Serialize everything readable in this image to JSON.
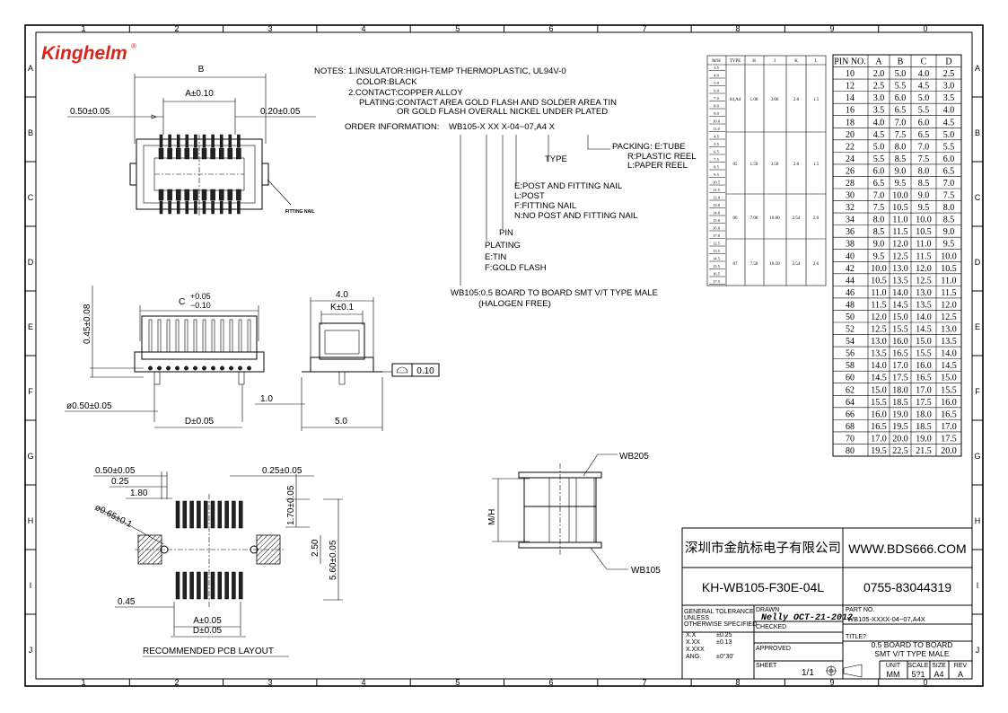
{
  "logo": {
    "text": "Kinghelm",
    "reg": "®"
  },
  "grid": {
    "cols": [
      "1",
      "2",
      "3",
      "4",
      "5",
      "6",
      "7",
      "8",
      "9",
      "0"
    ],
    "rows": [
      "A",
      "B",
      "C",
      "D",
      "E",
      "F",
      "G",
      "H",
      "I",
      "J"
    ]
  },
  "notes": {
    "header": "NOTES: 1.INSULATOR:HIGH-TEMP THERMOPLASTIC, UL94V-0",
    "color": "COLOR:BLACK",
    "contact": "2.CONTACT:COPPER ALLOY",
    "plating1": "PLATING:CONTACT AREA GOLD FLASH AND SOLDER AREA TIN",
    "plating2": "OR GOLD FLASH OVERALL NICKEL UNDER PLATED",
    "order_label": "ORDER INFORMATION:",
    "order_code": "WB105-X XX X-04~07,A4 X",
    "packing": "PACKING: E:TUBE",
    "packing_r": "R:PLASTIC REEL",
    "packing_l": "L:PAPER REEL",
    "type": "TYPE",
    "post_e": "E:POST AND FITTING NAIL",
    "post_l": "L:POST",
    "post_f": "F:FITTING NAIL",
    "post_n": "N:NO POST AND FITTING NAIL",
    "pin": "PIN",
    "plating_title": "PLATING",
    "plating_e": "E:TIN",
    "plating_f": "F:GOLD FLASH",
    "desc1": "WB105:0.5 BOARD TO BOARD SMT V/T TYPE MALE",
    "desc2": "(HALOGEN FREE)"
  },
  "dims": {
    "top_B": "B",
    "top_A": "A±0.10",
    "top_left": "0.50±0.05",
    "top_right": "0.20±0.05",
    "fitting_nail": "FITTING NAIL",
    "front_h": "0.45±0.08",
    "front_C": "C",
    "front_C_tol_up": "+0.05",
    "front_C_tol_dn": "−0.10",
    "front_D": "D±0.05",
    "front_dia": "ø0.50±0.05",
    "side_w": "4.0",
    "side_K": "K±0.1",
    "side_flat": "0.10",
    "side_1": "1.0",
    "side_5": "5.0",
    "pcb_050": "0.50±0.05",
    "pcb_025": "0.25",
    "pcb_180": "1.80",
    "pcb_dia": "ø0.65±0.1",
    "pcb_025r": "0.25±0.05",
    "pcb_170": "1.70±0.05",
    "pcb_250": "2.50",
    "pcb_560": "5.60±0.05",
    "pcb_045": "0.45",
    "pcb_A": "A±0.05",
    "pcb_D": "D±0.05",
    "pcb_title": "RECOMMENDED PCB LAYOUT",
    "mate_top": "WB205",
    "mate_bot": "WB105",
    "mate_mh": "M/H"
  },
  "mh_table": {
    "headers": [
      "M/H",
      "TYPE",
      "H",
      "J",
      "K",
      "L"
    ],
    "mh_values": [
      "3.5",
      "4.0",
      "5.0",
      "6.0",
      "7.0",
      "8.0",
      "9.0",
      "10.0",
      "11.0",
      "4.5",
      "5.5",
      "6.5",
      "7.5",
      "8.5",
      "9.5",
      "10.5",
      "11.5",
      "12.0",
      "13.0",
      "14.0",
      "15.0",
      "16.0",
      "17.0",
      "12.5",
      "13.5",
      "14.5",
      "15.5",
      "16.5",
      "17.5"
    ],
    "groups": [
      {
        "type": "04,A4",
        "H": "1.00",
        "J": "3.00",
        "K": "2.6",
        "L": "1.5"
      },
      {
        "type": "05",
        "H": "1.50",
        "J": "3.50",
        "K": "2.6",
        "L": "1.5"
      },
      {
        "type": "06",
        "H": "7.00",
        "J": "10.00",
        "K": "2.54",
        "L": "2.6"
      },
      {
        "type": "07",
        "H": "7.50",
        "J": "10.50",
        "K": "2.54",
        "L": "2.6"
      }
    ]
  },
  "pin_table": {
    "headers": [
      "PIN NO.",
      "A",
      "B",
      "C",
      "D"
    ],
    "rows": [
      [
        "10",
        "2.0",
        "5.0",
        "4.0",
        "2.5"
      ],
      [
        "12",
        "2.5",
        "5.5",
        "4.5",
        "3.0"
      ],
      [
        "14",
        "3.0",
        "6.0",
        "5.0",
        "3.5"
      ],
      [
        "16",
        "3.5",
        "6.5",
        "5.5",
        "4.0"
      ],
      [
        "18",
        "4.0",
        "7.0",
        "6.0",
        "4.5"
      ],
      [
        "20",
        "4.5",
        "7.5",
        "6.5",
        "5.0"
      ],
      [
        "22",
        "5.0",
        "8.0",
        "7.0",
        "5.5"
      ],
      [
        "24",
        "5.5",
        "8.5",
        "7.5",
        "6.0"
      ],
      [
        "26",
        "6.0",
        "9.0",
        "8.0",
        "6.5"
      ],
      [
        "28",
        "6.5",
        "9.5",
        "8.5",
        "7.0"
      ],
      [
        "30",
        "7.0",
        "10.0",
        "9.0",
        "7.5"
      ],
      [
        "32",
        "7.5",
        "10.5",
        "9.5",
        "8.0"
      ],
      [
        "34",
        "8.0",
        "11.0",
        "10.0",
        "8.5"
      ],
      [
        "36",
        "8.5",
        "11.5",
        "10.5",
        "9.0"
      ],
      [
        "38",
        "9.0",
        "12.0",
        "11.0",
        "9.5"
      ],
      [
        "40",
        "9.5",
        "12.5",
        "11.5",
        "10.0"
      ],
      [
        "42",
        "10.0",
        "13.0",
        "12.0",
        "10.5"
      ],
      [
        "44",
        "10.5",
        "13.5",
        "12.5",
        "11.0"
      ],
      [
        "46",
        "11.0",
        "14.0",
        "13.0",
        "11.5"
      ],
      [
        "48",
        "11.5",
        "14.5",
        "13.5",
        "12.0"
      ],
      [
        "50",
        "12.0",
        "15.0",
        "14.0",
        "12.5"
      ],
      [
        "52",
        "12.5",
        "15.5",
        "14.5",
        "13.0"
      ],
      [
        "54",
        "13.0",
        "16.0",
        "15.0",
        "13.5"
      ],
      [
        "56",
        "13.5",
        "16.5",
        "15.5",
        "14.0"
      ],
      [
        "58",
        "14.0",
        "17.0",
        "16.0",
        "14.5"
      ],
      [
        "60",
        "14.5",
        "17.5",
        "16.5",
        "15.0"
      ],
      [
        "62",
        "15.0",
        "18.0",
        "17.0",
        "15.5"
      ],
      [
        "64",
        "15.5",
        "18.5",
        "17.5",
        "16.0"
      ],
      [
        "66",
        "16.0",
        "19.0",
        "18.0",
        "16.5"
      ],
      [
        "68",
        "16.5",
        "19.5",
        "18.5",
        "17.0"
      ],
      [
        "70",
        "17.0",
        "20.0",
        "19.0",
        "17.5"
      ],
      [
        "80",
        "19.5",
        "22.5",
        "21.5",
        "20.0"
      ]
    ]
  },
  "title_block": {
    "company": "深圳市金航标电子有限公司",
    "website": "WWW.BDS666.COM",
    "part_code": "KH-WB105-F30E-04L",
    "phone": "0755-83044319",
    "tol1": "GENERAL TOLERANCE",
    "tol2": "UNLESS",
    "tol3": "OTHERWISE SPECIFIED",
    "tol_x": "X.X",
    "tol_x_v": "±0.25",
    "tol_xx": "X.XX",
    "tol_xx_v": "±0.13",
    "tol_xxx": "X.XXX",
    "tol_ang": "ANG.",
    "tol_ang_v": "±0°30'",
    "drawn_label": "DRAWN",
    "drawn_by": "Nelly OCT-21-2012",
    "checked_label": "CHECKED",
    "approved_label": "APPROVED",
    "sheet_label": "SHEET",
    "sheet_value": "1/1",
    "partno_label": "PART NO.",
    "partno_value": "WB105-XXXX-04~07,A4X",
    "title_label": "TITLE?",
    "title_value1": "0.5 BOARD TO BOARD",
    "title_value2": "SMT V/T TYPE MALE",
    "unit_label": "UNIT",
    "unit_value": "MM",
    "scale_label": "SCALE",
    "scale_value": "5?1",
    "size_label": "SIZE",
    "size_value": "A4",
    "rev_label": "REV",
    "rev_value": "A"
  },
  "colors": {
    "logo": "#d9261c",
    "line": "#000000"
  }
}
